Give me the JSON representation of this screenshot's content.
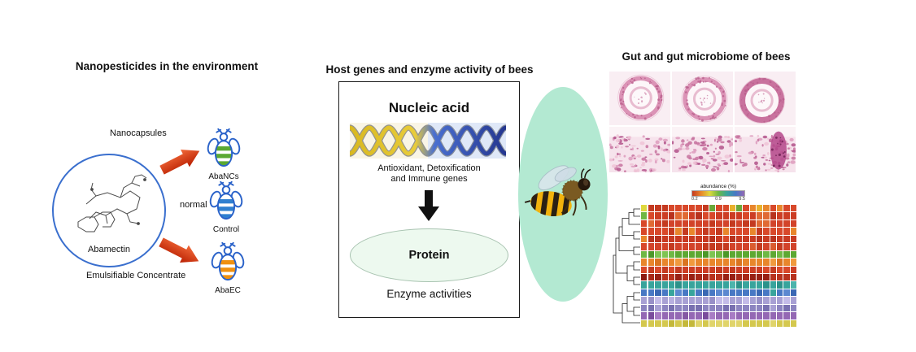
{
  "left": {
    "title": "Nanopesticides in the environment",
    "chemical_label": "Abamectin",
    "nanocapsules_label": "Nanocapsules",
    "normal_label": "normal",
    "ec_label": "Emulsifiable Concentrate",
    "bees": [
      {
        "label": "AbaNCs",
        "stripe_color": "#5aa832"
      },
      {
        "label": "Control",
        "stripe_color": "#2f80d0"
      },
      {
        "label": "AbaEC",
        "stripe_color": "#f09010"
      }
    ],
    "arrow_color_top": "#f26a3a",
    "arrow_color_bottom": "#b81e00",
    "outline_color": "#2a62c9",
    "circle_stroke": "#3a6fce"
  },
  "middle": {
    "title": "Host genes and enzyme activity of bees",
    "nucleic_acid_label": "Nucleic acid",
    "genes_text_line1": "Antioxidant, Detoxification",
    "genes_text_line2": "and Immune genes",
    "protein_label": "Protein",
    "enzyme_label": "Enzyme activities",
    "ellipse_fill": "#edf9ef",
    "highlight_ellipse_fill": "#b3e9d2"
  },
  "right": {
    "title": "Gut and gut microbiome of bees",
    "heatmap_legend": {
      "title": "abundance (%)",
      "ticks": [
        "0.2",
        "0.9",
        "9.5"
      ]
    }
  },
  "histology": {
    "tiles": [
      {
        "type": "cross",
        "seed": 11,
        "dense": false
      },
      {
        "type": "cross",
        "seed": 23,
        "dense": false
      },
      {
        "type": "cross",
        "seed": 37,
        "dense": true
      },
      {
        "type": "tissue",
        "seed": 51,
        "blob": false
      },
      {
        "type": "tissue",
        "seed": 67,
        "blob": false
      },
      {
        "type": "tissue",
        "seed": 83,
        "blob": true
      }
    ],
    "cross_colors": {
      "bg": "#f9eef3",
      "ring": "#db93b6",
      "ring_dense": "#c9729e",
      "dots": "#b95f8c",
      "inner": "#e8bcd0"
    },
    "tissue_colors": {
      "bg": "#f6e3ec",
      "cells": [
        "#eec3d6",
        "#dd9bbd",
        "#c7729f",
        "#b2518a"
      ],
      "blob": "#b4468a"
    }
  },
  "heatmap": {
    "rows": 16,
    "cols": 22,
    "row_strip_colors": [
      "#ded83e",
      "#6fb844",
      "#d8482a",
      "#d8482a",
      "#e8862c",
      "#d8482a",
      "#6fb844",
      "#e8862c",
      "#d8482a",
      "#8c1a12",
      "#38a49c",
      "#4878c4",
      "#a8a0d4",
      "#8c84c0",
      "#9468b4",
      "#d4c84e"
    ],
    "row_palettes": [
      [
        "#d8482a",
        "#e8862c",
        "#6aa83a",
        "#c43a20",
        "#e8b02c"
      ],
      [
        "#cc3d24",
        "#d8482a",
        "#b8321e",
        "#e06a34"
      ],
      [
        "#d2432a",
        "#c43a20",
        "#e06a34"
      ],
      [
        "#d8482a",
        "#e8862c",
        "#c43a20"
      ],
      [
        "#c83a22",
        "#d8482a",
        "#b8321e"
      ],
      [
        "#d2432a",
        "#c43a20",
        "#da5c30"
      ],
      [
        "#5da832",
        "#6fb844",
        "#4c9828",
        "#7ec452"
      ],
      [
        "#e8862c",
        "#f09a3e",
        "#da7420"
      ],
      [
        "#cc3d24",
        "#c43a20",
        "#d8482a"
      ],
      [
        "#a82818",
        "#b8321e",
        "#982014"
      ],
      [
        "#38a49c",
        "#2c928a",
        "#4cb4ac"
      ],
      [
        "#4878c4",
        "#38a49c",
        "#5c88d0",
        "#3a68b4"
      ],
      [
        "#a8a0d4",
        "#b8b0e0",
        "#9890c8",
        "#c4bce8"
      ],
      [
        "#8c84c0",
        "#a8a0d4",
        "#7870b0"
      ],
      [
        "#9468b4",
        "#8458a4",
        "#a87cc4",
        "#7a4c9c"
      ],
      [
        "#d4c84e",
        "#c4b83a",
        "#e0d46a"
      ]
    ]
  }
}
